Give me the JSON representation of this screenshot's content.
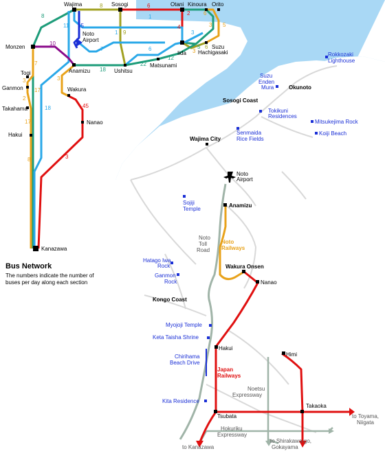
{
  "colors": {
    "sea": "#a9d8f5",
    "land": "#ffffff",
    "road": "#d8d8d8",
    "jr": "#e01010",
    "noto_rail": "#e8a21a",
    "expressway": "#a0b4a8",
    "poi": "#1a2fd6",
    "text": "#000000",
    "bus_teal": "#1e9c7a",
    "bus_blue": "#2aa8e8",
    "bus_navy": "#1a2fd6",
    "bus_olive": "#a0a020",
    "bus_red": "#e01010",
    "bus_orange": "#e8a21a",
    "bus_purple": "#8a0a8a"
  },
  "bus_network": {
    "title": "Bus Network",
    "caption_lines": [
      "The numbers indicate the number of",
      "buses per day along each section"
    ],
    "stops": {
      "wajima": "Wajima",
      "sosogi": "Sosogi",
      "otani": "Otani",
      "kinoura": "Kinoura",
      "orito": "Orito",
      "noto_airport_l1": "Noto",
      "noto_airport_l2": "Airport",
      "monzen": "Monzen",
      "suzu": "Suzu",
      "hachigasaki": "Hachigasaki",
      "iida": "Iida",
      "anamizu": "Anamizu",
      "ushitsu": "Ushitsu",
      "matsunami": "Matsunami",
      "togi": "Togi",
      "ganmon": "Ganmon",
      "takahama": "Takahama",
      "wakura": "Wakura",
      "nanao": "Nanao",
      "hakui": "Hakui",
      "kanazawa": "Kanazawa"
    },
    "frequencies": [
      {
        "value": "8",
        "color": "bus_teal"
      },
      {
        "value": "8",
        "color": "bus_olive"
      },
      {
        "value": "6",
        "color": "bus_red"
      },
      {
        "value": "2",
        "color": "bus_red"
      },
      {
        "value": "6",
        "color": "bus_orange"
      },
      {
        "value": "3",
        "color": "bus_orange"
      },
      {
        "value": "5",
        "color": "bus_orange"
      },
      {
        "value": "1",
        "color": "bus_blue"
      },
      {
        "value": "4",
        "color": "bus_red"
      },
      {
        "value": "3",
        "color": "bus_blue"
      },
      {
        "value": "5",
        "color": "bus_teal"
      },
      {
        "value": "6",
        "color": "bus_olive"
      },
      {
        "value": "3",
        "color": "bus_orange"
      },
      {
        "value": "11",
        "color": "bus_blue"
      },
      {
        "value": "15",
        "color": "bus_navy"
      },
      {
        "value": "1",
        "color": "bus_blue"
      },
      {
        "value": "9",
        "color": "bus_olive"
      },
      {
        "value": "10",
        "color": "bus_purple"
      },
      {
        "value": "7",
        "color": "bus_blue"
      },
      {
        "value": "6",
        "color": "bus_blue"
      },
      {
        "value": "7",
        "color": "bus_orange"
      },
      {
        "value": "18",
        "color": "bus_teal"
      },
      {
        "value": "22",
        "color": "bus_teal"
      },
      {
        "value": "12",
        "color": "bus_teal"
      },
      {
        "value": "3",
        "color": "bus_orange"
      },
      {
        "value": "2",
        "color": "bus_orange"
      },
      {
        "value": "17",
        "color": "bus_orange"
      },
      {
        "value": "17",
        "color": "bus_orange"
      },
      {
        "value": "18",
        "color": "bus_blue"
      },
      {
        "value": "3",
        "color": "bus_orange"
      },
      {
        "value": "45",
        "color": "bus_red"
      },
      {
        "value": "8",
        "color": "bus_orange"
      },
      {
        "value": "3",
        "color": "bus_red"
      }
    ]
  },
  "places": {
    "rokkozaki_l1": "Rokkozaki",
    "rokkozaki_l2": "Lighthouse",
    "suzu_enden_l1": "Suzu",
    "suzu_enden_l2": "Enden",
    "suzu_enden_l3": "Mura",
    "okunoto": "Okunoto",
    "sosogi_coast": "Sosogi Coast",
    "tokikuni_l1": "Tokikuni",
    "tokikuni_l2": "Residences",
    "mitsukejima": "Mitsukejima Rock",
    "koiji": "Koiji Beach",
    "senmaida_l1": "Senmaida",
    "senmaida_l2": "Rice Fields",
    "wajima_city": "Wajima City",
    "noto_airport_l1": "Noto",
    "noto_airport_l2": "Airport",
    "sojiji_l1": "Sojiji",
    "sojiji_l2": "Temple",
    "anamizu": "Anamizu",
    "noto_toll_l1": "Noto",
    "noto_toll_l2": "Toll",
    "noto_toll_l3": "Road",
    "noto_railways_l1": "Noto",
    "noto_railways_l2": "Railways",
    "hatago_l1": "Hatago Iwa",
    "hatago_l2": "Rock",
    "ganmon_l1": "Ganmon",
    "ganmon_l2": "Rock",
    "wakura_onsen": "Wakura Onsen",
    "nanao": "Nanao",
    "kongo_coast": "Kongo Coast",
    "myojoji": "Myojoji Temple",
    "keta_taisha": "Keta Taisha Shrine",
    "hakui": "Hakui",
    "himi": "Himi",
    "chirihama_l1": "Chirihama",
    "chirihama_l2": "Beach Drive",
    "japan_railways_l1": "Japan",
    "japan_railways_l2": "Railways",
    "noetsu_l1": "Noetsu",
    "noetsu_l2": "Expressway",
    "kita_residence": "Kita Residence",
    "takaoka": "Takaoka",
    "tsubata": "Tsubata",
    "to_toyama_l1": "to Toyama,",
    "to_toyama_l2": "Niigata",
    "hokuriku_l1": "Hokuriku",
    "hokuriku_l2": "Expressway",
    "to_shirakawa_l1": "to Shirakawa-go,",
    "to_shirakawa_l2": "Gokayama",
    "to_kanazawa": "to Kanazawa"
  }
}
